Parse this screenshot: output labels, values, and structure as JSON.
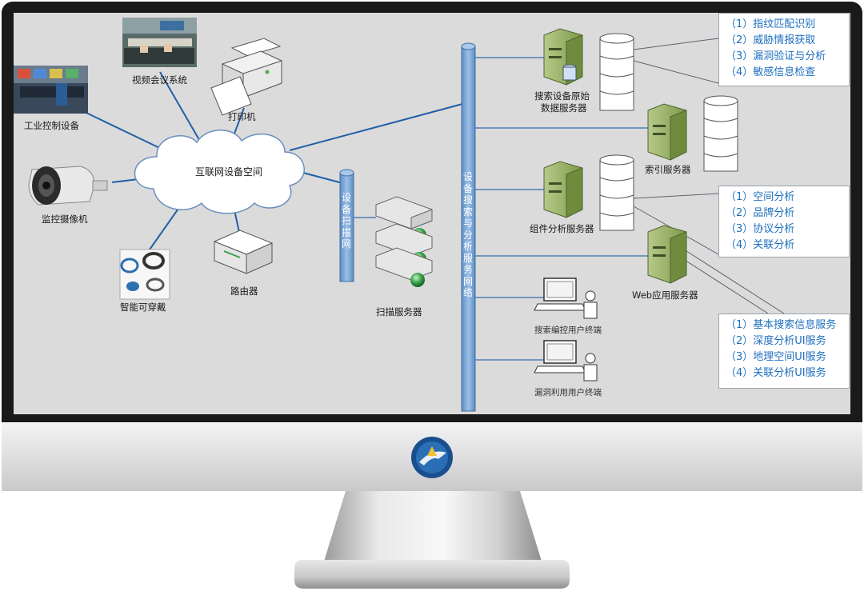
{
  "nodes": {
    "cloud": "互联网设备空间",
    "video_conf": "视频会议系统",
    "printer": "打印机",
    "industrial": "工业控制设备",
    "camera": "监控摄像机",
    "wearable": "智能可穿戴",
    "router": "路由器",
    "scan_server": "扫描服务器",
    "raw_data_server_l1": "搜索设备原始",
    "raw_data_server_l2": "数据服务器",
    "index_server": "索引服务器",
    "component_server": "组件分析服务器",
    "web_server": "Web应用服务器",
    "terminal_search": "搜索编控用户终端",
    "terminal_vuln": "漏洞利用用户终端"
  },
  "buses": {
    "scan_bus": [
      "设",
      "备",
      "扫",
      "描",
      "网"
    ],
    "service_bus": [
      "设",
      "备",
      "搜",
      "索",
      "与",
      "分",
      "析",
      "服",
      "务",
      "网",
      "络"
    ]
  },
  "callouts": {
    "raw_data": [
      "（1）指纹匹配识别",
      "（2）威胁情报获取",
      "（3）漏洞验证与分析",
      "（4）敏感信息检查"
    ],
    "component": [
      "（1）空间分析",
      "（2）品牌分析",
      "（3）协议分析",
      "（4）关联分析"
    ],
    "web": [
      "（1）基本搜索信息服务",
      "（2）深度分析UI服务",
      "（3）地理空间UI服务",
      "（4）关联分析UI服务"
    ]
  },
  "colors": {
    "screen_bg": "#dcdbdb",
    "link_blue": "#1f5fa8",
    "bus_blue": "#6f9fd0",
    "callout_text": "#1f6fbf",
    "server_green": "#8fab5c"
  }
}
